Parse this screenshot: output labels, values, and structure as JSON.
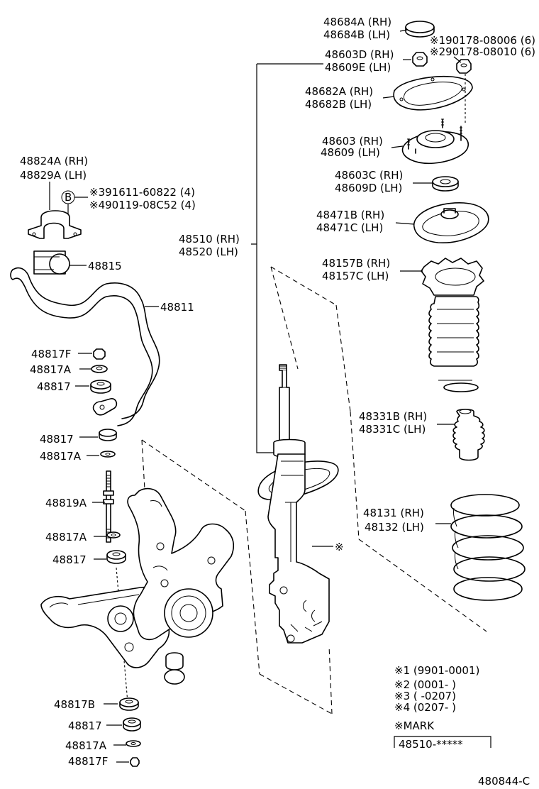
{
  "labels": {
    "cap_rh": "48684A (RH)",
    "cap_lh": "48684B (LH)",
    "nut_note1": "※190178-08006 (6)",
    "nut_note2": "※290178-08010 (6)",
    "nut_rh": "48603D (RH)",
    "nut_lh": "48609E (LH)",
    "gasket_rh": "48682A (RH)",
    "gasket_lh": "48682B (LH)",
    "mount_rh": "48603 (RH)",
    "mount_lh": "48609 (LH)",
    "spacer_rh": "48603C (RH)",
    "spacer_lh": "48609D (LH)",
    "seat_rh": "48471B (RH)",
    "seat_lh": "48471C (LH)",
    "boot_rh": "48157B (RH)",
    "boot_lh": "48157C (LH)",
    "strut_rh": "48510 (RH)",
    "strut_lh": "48520 (LH)",
    "bumper_rh": "48331B (RH)",
    "bumper_lh": "48331C (LH)",
    "spring_rh": "48131 (RH)",
    "spring_lh": "48132 (LH)",
    "bracket_rh": "48824A (RH)",
    "bracket_lh": "48829A (LH)",
    "b_marker": "B",
    "bolt_note1": "※391611-60822 (4)",
    "bolt_note2": "※490119-08C52 (4)",
    "bushing": "48815",
    "stabilizer_bar": "48811",
    "up_nut": "48817F",
    "up_washer": "48817A",
    "up_cushion": "48817",
    "mid_cushion": "48817",
    "mid_washer": "48817A",
    "link_bolt": "48819A",
    "low_washer": "48817A",
    "low_cushion": "48817",
    "b_retainer": "48817B",
    "b_cushion": "48817",
    "b_washer": "48817A",
    "b_nut": "48817F",
    "strut_marker": "※",
    "diagram_code": "480844-C"
  },
  "notes": {
    "n1": "※1 (9901-0001)",
    "n2": "※2 (0001-         )",
    "n3": "※3 (         -0207)",
    "n4": "※4 (0207-         )",
    "mark_title": "※MARK",
    "mark_value": "48510-*****"
  },
  "style": {
    "line_color": "#000000",
    "background": "#ffffff"
  }
}
